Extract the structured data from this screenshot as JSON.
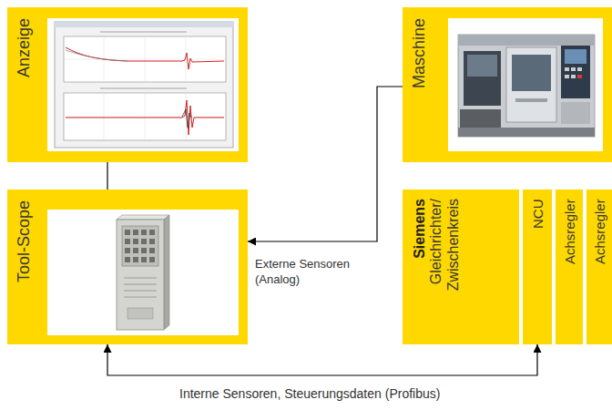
{
  "diagram": {
    "nodes": [
      {
        "text": [
          "Anzeige"
        ]
      },
      {
        "text": [
          "Maschine"
        ]
      },
      {
        "text": [
          "Tool-Scope"
        ]
      },
      {
        "text": [
          "Siemens",
          "Gleichrichter/ Zwischenkreis"
        ]
      },
      {
        "text": [
          "NCU"
        ]
      },
      {
        "text": [
          "Achsregler"
        ]
      },
      {
        "text": [
          "Achsregler"
        ]
      }
    ],
    "edges": [
      {
        "from": 0,
        "to": 2,
        "arrow": "none"
      },
      {
        "from": 1,
        "to": 2,
        "label": "Externe Sensoren (Analog)",
        "arrow": "to"
      },
      {
        "from": 2,
        "to": 4,
        "label": "Interne Sensoren, Steuerungsdaten (Profibus)",
        "arrow": "both"
      }
    ]
  }
}
